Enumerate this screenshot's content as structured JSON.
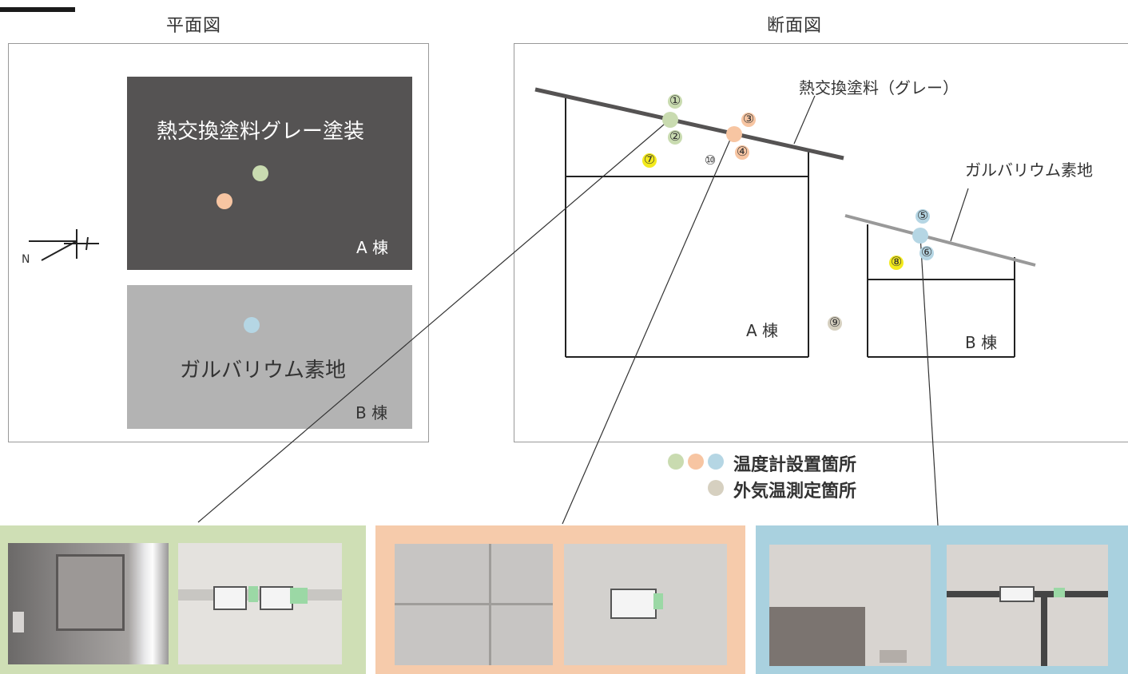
{
  "titles": {
    "plan": "平面図",
    "section": "断面図"
  },
  "plan": {
    "a_roof_label": "熱交換塗料グレー塗装",
    "a_building": "A 棟",
    "b_roof_label": "ガルバリウム素地",
    "b_building": "B 棟",
    "north": "N"
  },
  "section": {
    "coating_label": "熱交換塗料（グレー）",
    "galvalume_label": "ガルバリウム素地",
    "a_building": "A 棟",
    "b_building": "B 棟",
    "points": [
      "①",
      "②",
      "③",
      "④",
      "⑤",
      "⑥",
      "⑦",
      "⑧",
      "⑨",
      "⑩"
    ]
  },
  "legend": {
    "thermometer": "温度計設置箇所",
    "outdoor": "外気温測定箇所"
  },
  "colors": {
    "green": "#c9dbb0",
    "orange": "#f7c5a2",
    "blue": "#b5d6e4",
    "beige": "#d6d0c0",
    "yellow": "#f3ea1c",
    "dark_roof": "#555353",
    "light_roof": "#b3b3b3",
    "photo_green_bg": "#cfdfb5",
    "photo_orange_bg": "#f6cbab",
    "photo_blue_bg": "#a9d1df"
  }
}
